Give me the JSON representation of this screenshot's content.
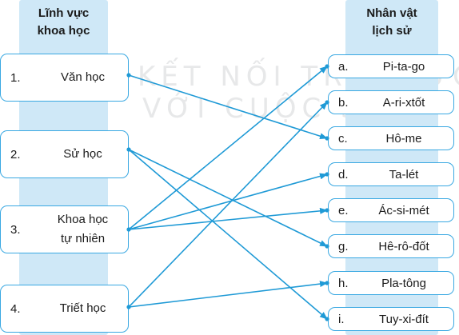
{
  "header": {
    "left_line1": "Lĩnh vực",
    "left_line2": "khoa học",
    "right_line1": "Nhân vật",
    "right_line2": "lịch sử"
  },
  "watermark": {
    "line1": "KẾT NỐI TRI THỨC",
    "line2": "VỚI CUỘC SỐNG"
  },
  "fields": [
    {
      "num": "1.",
      "line1": "Văn học",
      "line2": ""
    },
    {
      "num": "2.",
      "line1": "Sử học",
      "line2": ""
    },
    {
      "num": "3.",
      "line1": "Khoa học",
      "line2": "tự nhiên"
    },
    {
      "num": "4.",
      "line1": "Triết học",
      "line2": ""
    }
  ],
  "people": [
    {
      "letter": "a.",
      "name": "Pi-ta-go"
    },
    {
      "letter": "b.",
      "name": "A-ri-xtốt"
    },
    {
      "letter": "c.",
      "name": "Hô-me"
    },
    {
      "letter": "d.",
      "name": "Ta-lét"
    },
    {
      "letter": "e.",
      "name": "Ác-si-mét"
    },
    {
      "letter": "g.",
      "name": "Hê-rô-đốt"
    },
    {
      "letter": "h.",
      "name": "Pla-tông"
    },
    {
      "letter": "i.",
      "name": "Tuy-xi-đít"
    }
  ],
  "connections": [
    [
      "1",
      "c"
    ],
    [
      "2",
      "g"
    ],
    [
      "2",
      "i"
    ],
    [
      "3",
      "a"
    ],
    [
      "3",
      "d"
    ],
    [
      "3",
      "e"
    ],
    [
      "4",
      "b"
    ],
    [
      "4",
      "h"
    ]
  ],
  "colors": {
    "line": "#1f9ad6",
    "border": "#39a8e2",
    "column": "#cfe8f7"
  }
}
